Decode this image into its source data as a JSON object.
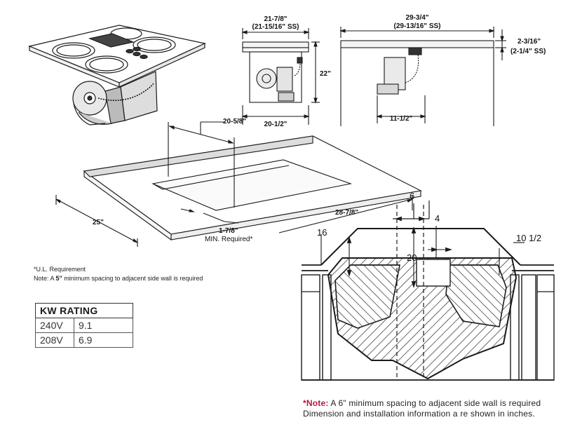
{
  "diagram": {
    "top_view_width": "21-7/8\"",
    "top_view_width_ss": "(21-15/16\" SS)",
    "side_view_width": "29-3/4\"",
    "side_view_width_ss": "(29-13/16\" SS)",
    "depth_22": "22\"",
    "thickness": "2-3/16\"",
    "thickness_ss": "(2-1/4\" SS)",
    "box_width": "20-1/2\"",
    "side_box_width": "11-1/2\"",
    "cutout_depth": "20-5/8\"",
    "counter_depth": "25\"",
    "cutout_width": "28-7/8\"",
    "min_front": "1-7/8\"",
    "min_required": "MIN. Required*",
    "hand_16": "16",
    "hand_10_5": "10 1/2",
    "hand_4": "4",
    "hand_20": "20",
    "hand_6": "6"
  },
  "notes": {
    "ul_requirement": "*U.L. Requirement",
    "spacing_prefix": "Note: A ",
    "spacing_value": "5\"",
    "spacing_suffix": " minimum spacing to adjacent side wall is required"
  },
  "kw_table": {
    "title": "KW RATING",
    "rows": [
      {
        "voltage": "240V",
        "kw": "9.1"
      },
      {
        "voltage": "208V",
        "kw": "6.9"
      }
    ]
  },
  "bottom_note": {
    "lead": "*Note:",
    "text": " A 6\" minimum spacing to adjacent side wall is required Dimension and installation information a re shown in inches."
  },
  "colors": {
    "line": "#1a1a1a",
    "accent_red": "#b8163a",
    "hatch": "#2a2a2a"
  }
}
